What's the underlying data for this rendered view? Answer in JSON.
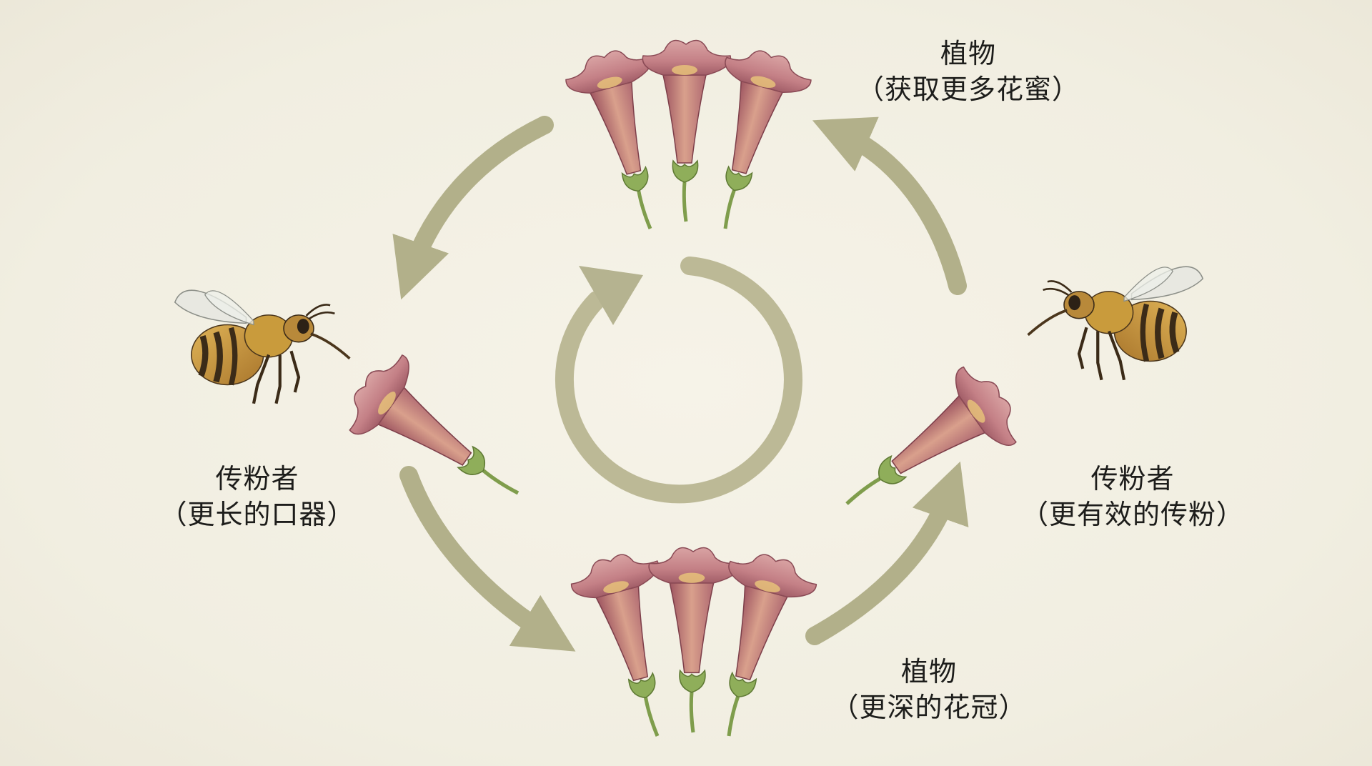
{
  "diagram": {
    "labels": {
      "plant_top": {
        "title": "植物",
        "subtitle": "（获取更多花蜜）"
      },
      "plant_bottom": {
        "title": "植物",
        "subtitle": "（更深的花冠）"
      },
      "pollinator_left": {
        "title": "传粉者",
        "subtitle": "（更长的口器）"
      },
      "pollinator_right": {
        "title": "传粉者",
        "subtitle": "（更有效的传粉）"
      }
    },
    "colors": {
      "background": "#f3f0e4",
      "arrow": "#b5b58e",
      "petal": "#c98a8d",
      "petal_dark": "#8e4b55",
      "throat": "#e9c77a",
      "sepal": "#8fae5a",
      "bee_body": "#c99b3c",
      "bee_stripe": "#3b2b18"
    },
    "icons": [
      "flower-cluster",
      "bee",
      "cycle-arrow",
      "curved-arrow"
    ]
  }
}
